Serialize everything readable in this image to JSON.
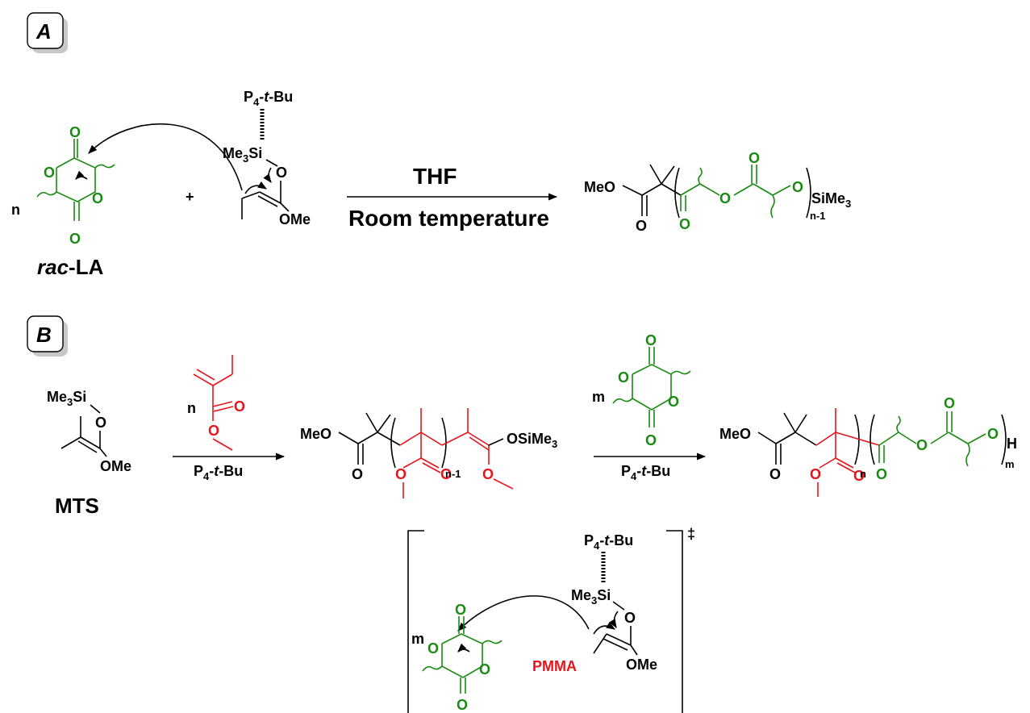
{
  "panels": {
    "A": {
      "letter": "A",
      "monomer_label_italic": "rac",
      "monomer_label_rest": "-LA",
      "coefficient": "n",
      "plus": "+",
      "catalyst_P": "P",
      "catalyst_sub": "4",
      "catalyst_dash": "-",
      "catalyst_t": "t",
      "catalyst_rest": "-Bu",
      "initiator_si_pre": "Me",
      "initiator_si_sub": "3",
      "initiator_si_post": "Si",
      "initiator_o": "O",
      "initiator_ome": "OMe",
      "lactide_o": "O",
      "condition_top": "THF",
      "condition_bottom": "Room temperature",
      "product_meo": "MeO",
      "product_o": "O",
      "product_end": "SiMe",
      "product_end_sub": "3",
      "product_repeat": "n-1"
    },
    "B": {
      "letter": "B",
      "initiator_label": "MTS",
      "initiator_si_pre": "Me",
      "initiator_si_sub": "3",
      "initiator_si_post": "Si",
      "initiator_o": "O",
      "initiator_ome": "OMe",
      "mma_coefficient": "n",
      "mma_o": "O",
      "step1_catalyst": "P",
      "step1_sub": "4",
      "step1_t": "t",
      "step1_rest": "-Bu",
      "intermediate_meo": "MeO",
      "intermediate_o": "O",
      "intermediate_end": "OSiMe",
      "intermediate_end_sub": "3",
      "intermediate_repeat": "n-1",
      "lactide_coefficient": "m",
      "lactide_o": "O",
      "step2_catalyst": "P",
      "step2_sub": "4",
      "step2_t": "t",
      "step2_rest": "-Bu",
      "product_meo": "MeO",
      "product_o": "O",
      "product_repeat_n": "n",
      "product_repeat_m": "m",
      "product_end": "H"
    },
    "TS": {
      "dagger": "‡",
      "catalyst_P": "P",
      "catalyst_sub": "4",
      "catalyst_t": "t",
      "catalyst_rest": "-Bu",
      "si_pre": "Me",
      "si_sub": "3",
      "si_post": "Si",
      "o": "O",
      "ome": "OMe",
      "polymer_label": "PMMA",
      "lactide_coefficient": "m",
      "lactide_o": "O"
    }
  },
  "colors": {
    "black": "#000000",
    "green": "#1a8a12",
    "red": "#e8141b"
  }
}
